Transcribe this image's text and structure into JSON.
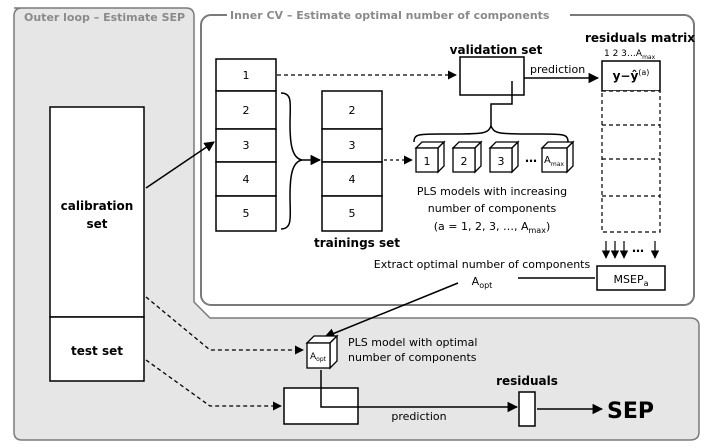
{
  "outer_title": "Outer loop – Estimate SEP",
  "inner_title": "Inner CV – Estimate optimal number of components",
  "calibration_line1": "calibration",
  "calibration_line2": "set",
  "test_set": "test set",
  "folds_left": [
    "1",
    "2",
    "3",
    "4",
    "5"
  ],
  "folds_right": [
    "2",
    "3",
    "4",
    "5"
  ],
  "trainings_set": "trainings set",
  "validation_set": "validation set",
  "prediction": "prediction",
  "residuals_matrix": "residuals matrix",
  "matrix_columns": {
    "prefix": "1 2 3…A",
    "sub": "max"
  },
  "residual_expr": {
    "main": "y−ŷ",
    "sup": "(a)"
  },
  "model_cubes": [
    "1",
    "2",
    "3"
  ],
  "cube_ellipsis": "…",
  "cube_last": {
    "main": "A",
    "sub": "max"
  },
  "pls_models": {
    "line1": "PLS models with increasing",
    "line2": "number of components",
    "line3_prefix": "(a = 1, 2, 3, …, A",
    "line3_sub": "max",
    "line3_suffix": ")"
  },
  "arrows_ellipsis": "…",
  "extract_text": "Extract optimal number of components",
  "a_opt": {
    "main": "A",
    "sub": "opt"
  },
  "msep": {
    "main": "MSEP",
    "sub": "a"
  },
  "pls_optimal": {
    "line1": "PLS model with optimal",
    "line2": "number of components"
  },
  "residuals": "residuals",
  "sep": "SEP",
  "colors": {
    "outer_panel": "#e6e6e6",
    "panel_border": "#7a7a7a",
    "stroke": "#000000",
    "title": "#8a8a8a"
  }
}
